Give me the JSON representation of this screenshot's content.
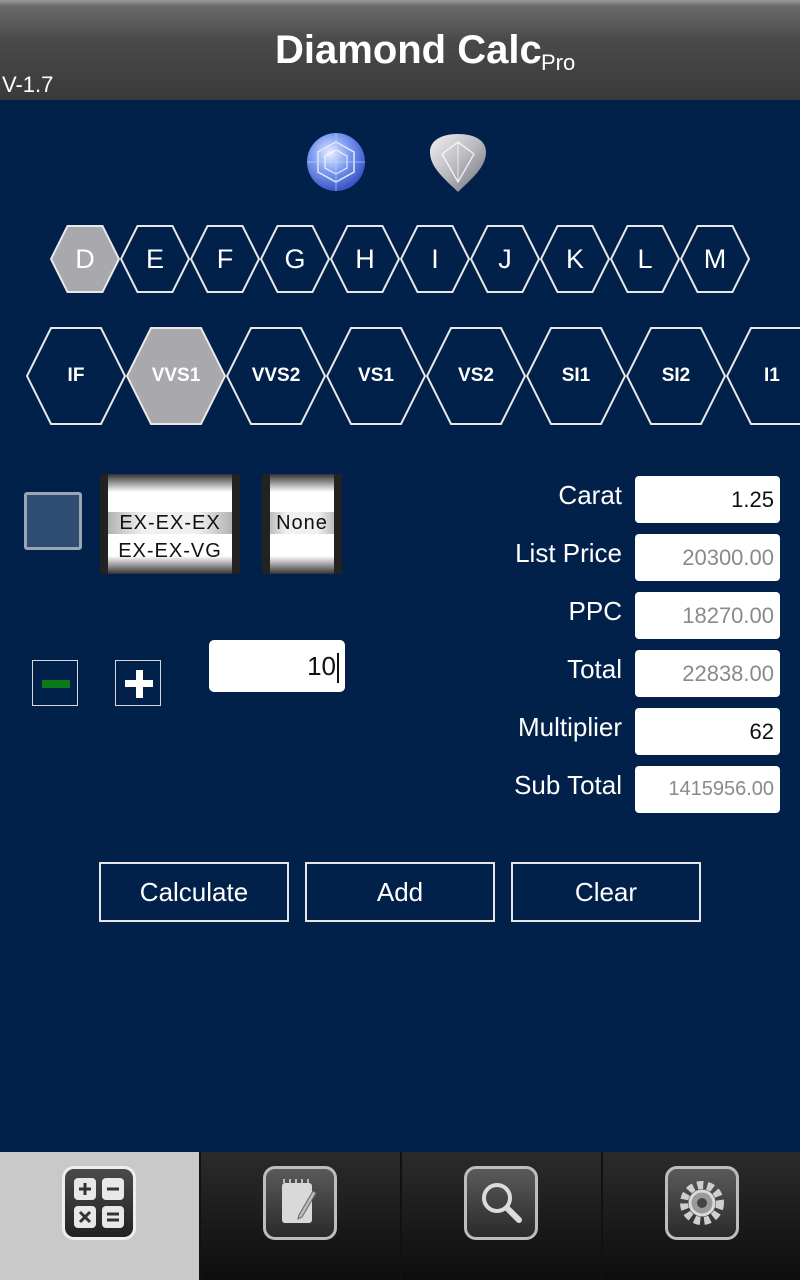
{
  "header": {
    "title": "Diamond Calc",
    "subtitle": "Pro",
    "version": "V-1.7"
  },
  "shapes": [
    {
      "icon": "round-diamond-icon"
    },
    {
      "icon": "pear-diamond-icon"
    }
  ],
  "colors": {
    "items": [
      "D",
      "E",
      "F",
      "G",
      "H",
      "I",
      "J",
      "K",
      "L",
      "M"
    ],
    "selected": "D"
  },
  "clarity": {
    "items": [
      "IF",
      "VVS1",
      "VVS2",
      "VS1",
      "VS2",
      "SI1",
      "SI2",
      "I1"
    ],
    "selected": "VVS1"
  },
  "cut_picker": {
    "selected": "EX-EX-EX",
    "next": "EX-EX-VG"
  },
  "fluor_picker": {
    "selected": "None"
  },
  "quantity": {
    "value": "10"
  },
  "fields": {
    "carat": {
      "label": "Carat",
      "value": "1.25"
    },
    "list_price": {
      "label": "List Price",
      "value": "20300.00"
    },
    "ppc": {
      "label": "PPC",
      "value": "18270.00"
    },
    "total": {
      "label": "Total",
      "value": "22838.00"
    },
    "multiplier": {
      "label": "Multiplier",
      "value": "62"
    },
    "sub_total": {
      "label": "Sub Total",
      "value": "1415956.00"
    }
  },
  "buttons": {
    "calculate": "Calculate",
    "add": "Add",
    "clear": "Clear"
  },
  "tabs": [
    {
      "icon": "calculator-icon",
      "active": true
    },
    {
      "icon": "notepad-icon",
      "active": false
    },
    {
      "icon": "search-icon",
      "active": false
    },
    {
      "icon": "gear-icon",
      "active": false
    }
  ],
  "theme": {
    "background": "#02214a",
    "selected_hex": "#a8a8ad",
    "minus_green": "#0b7a1a"
  }
}
